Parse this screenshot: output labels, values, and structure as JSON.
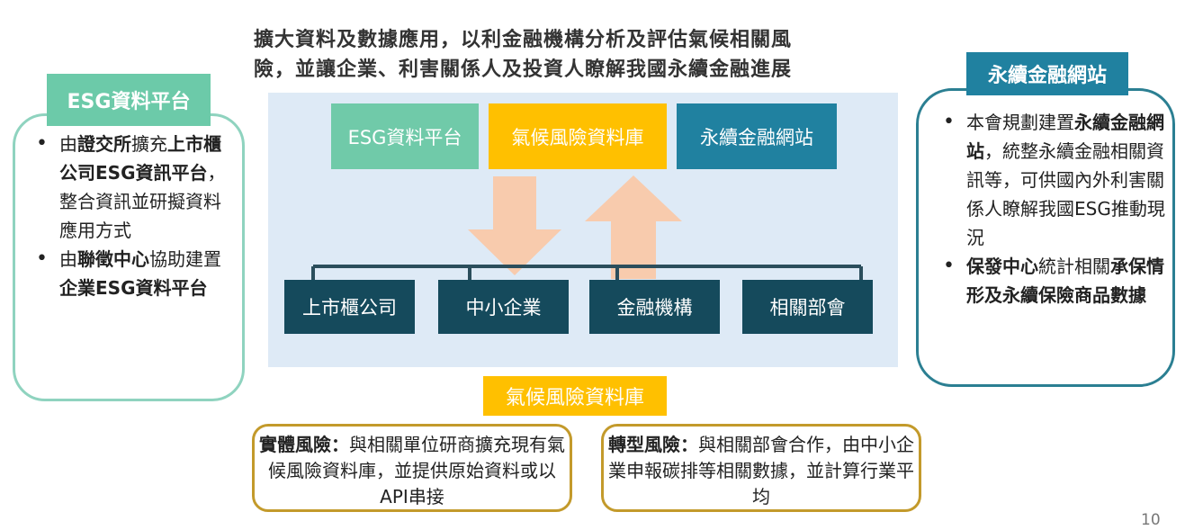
{
  "headline": {
    "line1": "擴大資料及數據應用，以利金融機構分析及評估氣候相關風",
    "line2": "險，並讓企業、利害關係人及投資人瞭解我國永續金融進展"
  },
  "left_panel": {
    "title": "ESG資料平台",
    "items": [
      {
        "a": "由",
        "b": "證交所",
        "c": "擴充",
        "d": "上市櫃公司ESG資訊平台",
        "e": "，整合資訊並研擬資料應用方式"
      },
      {
        "a": "由",
        "b": "聯徵中心",
        "c": "協助建置",
        "d": "企業ESG資料平台",
        "e": ""
      }
    ]
  },
  "right_panel": {
    "title": "永續金融網站",
    "items": [
      {
        "a": "本會規劃建置",
        "b": "永續金融網站",
        "c": "，統整永續金融相關資訊等，可供國內外利害關係人瞭解我國ESG推動現況"
      },
      {
        "b1": "保發中心",
        "a": "統計相關",
        "b2": "承保情形及永續保險商品數據"
      }
    ]
  },
  "center": {
    "top_boxes": [
      "ESG資料平台",
      "氣候風險資料庫",
      "永續金融網站"
    ],
    "bottom_boxes": [
      "上市櫃公司",
      "中小企業",
      "金融機構",
      "相關部會"
    ]
  },
  "climate_db_label": "氣候風險資料庫",
  "physical_risk": {
    "bold": "實體風險：",
    "text": "與相關單位研商擴充現有氣候風險資料庫，並提供原始資料或以API串接"
  },
  "transition_risk": {
    "bold": "轉型風險：",
    "text": "與相關部會合作，由中小企業申報碳排等相關數據，並計算行業平均"
  },
  "page_number": "10",
  "colors": {
    "green": "#70caa9",
    "gold": "#ffc000",
    "teal": "#2081a0",
    "navy": "#154a5c",
    "arrow": "#f8cbad",
    "panel": "#deeaf6"
  }
}
